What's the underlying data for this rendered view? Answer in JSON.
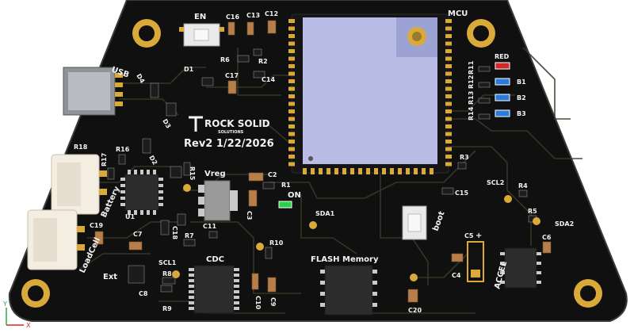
{
  "board": {
    "logo_text": "ROCK SOLID",
    "logo_subtext": "SOLUTIONS",
    "revision": "Rev2 1/22/2026"
  },
  "labels": {
    "en": "EN",
    "mcu": "MCU",
    "usb": "USB",
    "vreg": "Vreg",
    "on": "ON",
    "battery": "Battery",
    "loadcell": "LoadCell",
    "ext": "Ext",
    "cdc": "CDC",
    "flash": "FLASH Memory",
    "boot": "boot",
    "accel": "ACCEL",
    "red": "RED",
    "b1": "B1",
    "b2": "B2",
    "b3": "B3",
    "sda1": "SDA1",
    "scl1": "SCL1",
    "scl2": "SCL2",
    "sda2": "SDA2",
    "plus": "+"
  },
  "refdes": {
    "c16": "C16",
    "c13": "C13",
    "c12": "C12",
    "r6": "R6",
    "r2": "R2",
    "c17": "C17",
    "c14": "C14",
    "d1": "D1",
    "d4": "D4",
    "d3": "D3",
    "d2": "D2",
    "r18": "R18",
    "r17": "R17",
    "r16": "R16",
    "r15": "R15",
    "c2": "C2",
    "r1": "R1",
    "u1": "U1",
    "c3": "C3",
    "c19": "C19",
    "c7": "C7",
    "c18": "C18",
    "c11": "C11",
    "r7": "R7",
    "r10": "R10",
    "r8": "R8",
    "c8": "C8",
    "r9": "R9",
    "c10": "C10",
    "c9": "C9",
    "c20": "C20",
    "r3": "R3",
    "c15": "C15",
    "r4": "R4",
    "r5": "R5",
    "c5": "C5",
    "c6": "C6",
    "c4": "C4",
    "r11": "R11",
    "r12": "R12",
    "r13": "R13",
    "r14": "R14"
  },
  "axes": {
    "x": "X",
    "y": "Y"
  },
  "colors": {
    "board": "#101010",
    "edge": "#3a3a3a",
    "gold": "#d9a93a",
    "silk": "#f2f2f2",
    "module": "#b9bde6",
    "led_red": "#d22a2a",
    "led_blue": "#2a7ad8",
    "led_green": "#29d14a"
  }
}
